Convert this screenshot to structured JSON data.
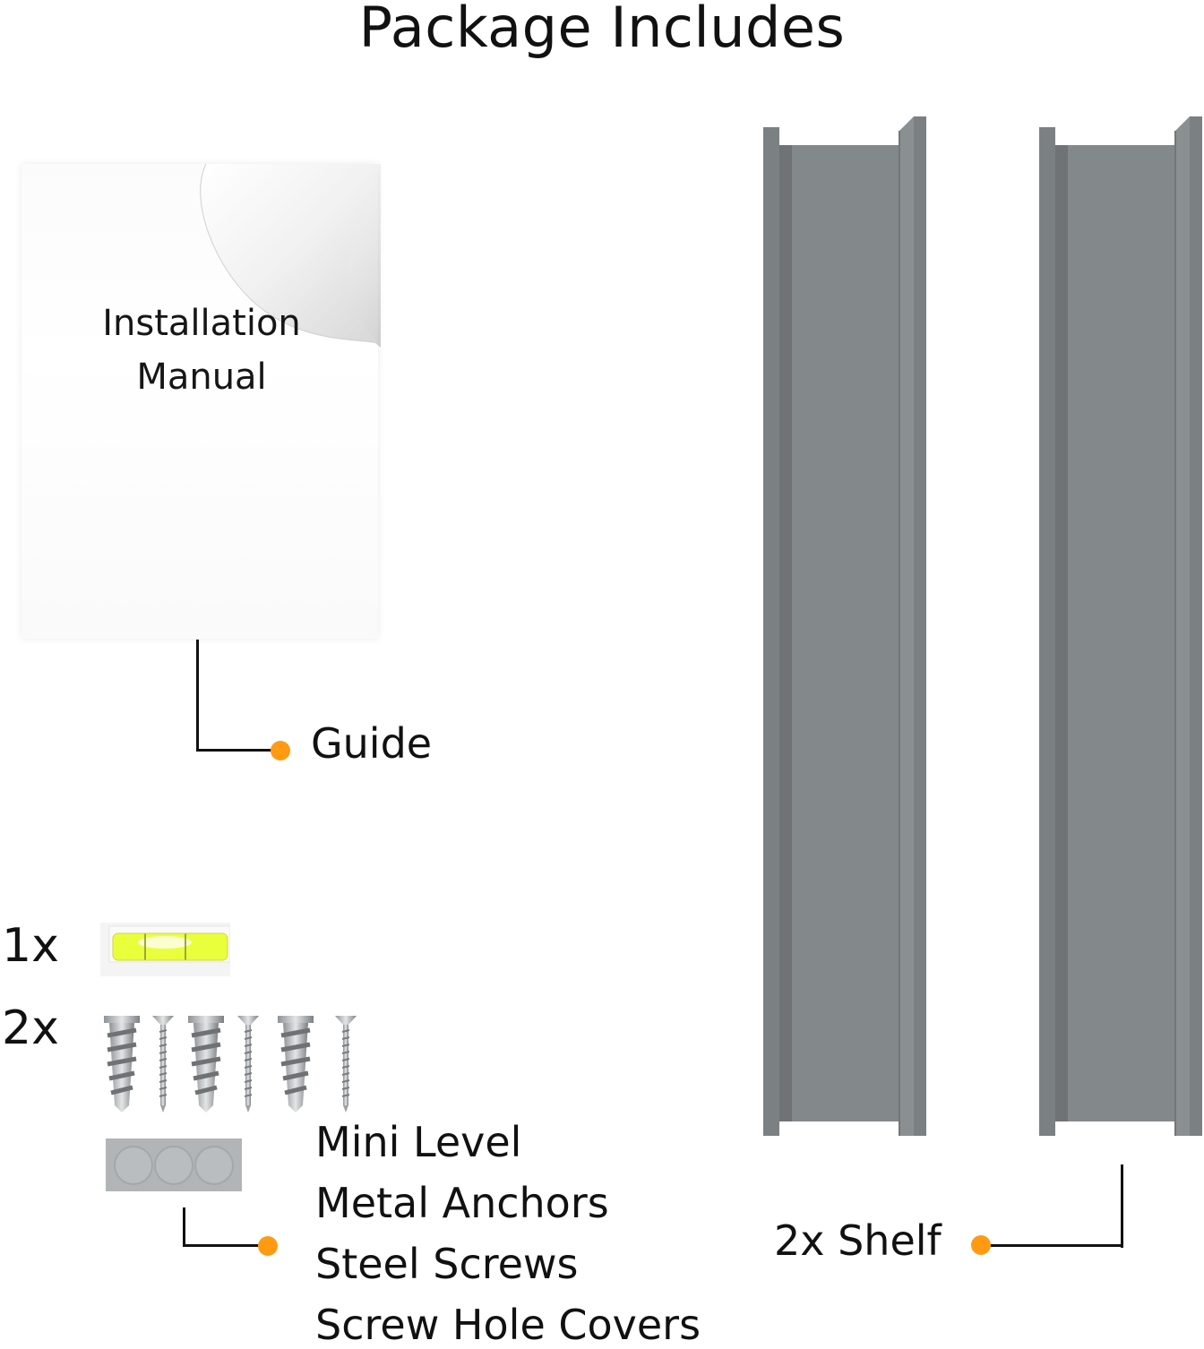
{
  "title": "Package Includes",
  "manual": {
    "line1": "Installation",
    "line2": "Manual"
  },
  "guide_label": "Guide",
  "qty_level": "1x",
  "qty_hardware": "2x",
  "hardware_labels": [
    "Mini Level",
    "Metal Anchors",
    "Steel Screws",
    "Screw Hole Covers"
  ],
  "shelf_label": "2x Shelf",
  "colors": {
    "accent_dot": "#ff9a12",
    "shelf_gray": "#7f8487",
    "level_yellow": "#e8ff3a"
  },
  "icons": [
    "document-icon",
    "bubble-level-icon",
    "wall-anchor-icon",
    "wood-screw-icon",
    "screw-cover-sticker-icon",
    "shelf-icon"
  ]
}
